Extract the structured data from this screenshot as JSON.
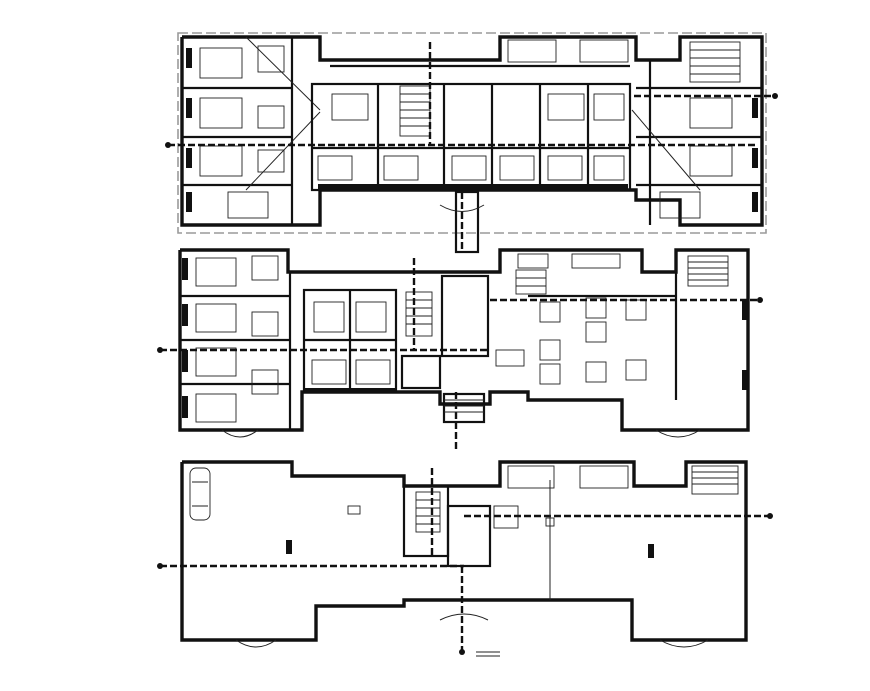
{
  "drawing": {
    "plans": [
      "top-floor-plan",
      "middle-floor-plan",
      "ground-floor-plan"
    ],
    "line_color": "#111111",
    "background": "#ffffff",
    "sheet_text": []
  }
}
